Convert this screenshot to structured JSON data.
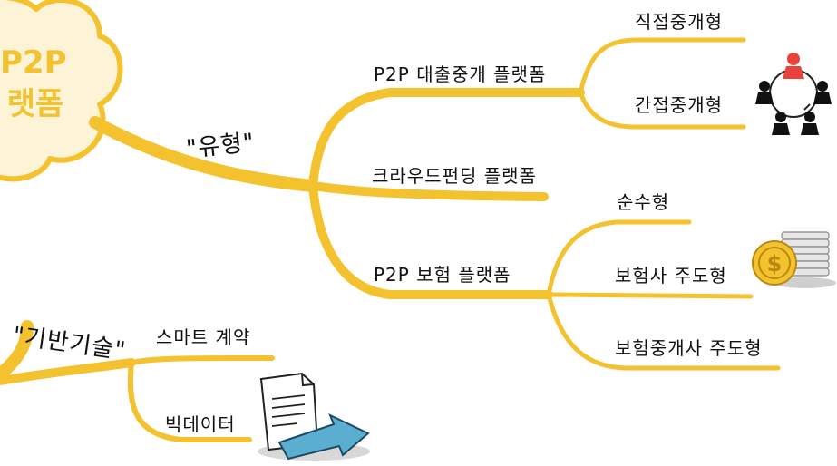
{
  "root": {
    "line1": "P2P",
    "line2": "랫폼"
  },
  "branches": {
    "types": {
      "label": "\"유형\"",
      "children": {
        "loan": {
          "label": "P2P 대출중개 플랫폼",
          "direct": "직접중개형",
          "indirect": "간접중개형"
        },
        "crowd": {
          "label": "크라우드펀딩 플랫폼"
        },
        "insurance": {
          "label": "P2P 보험 플랫폼",
          "pure": "순수형",
          "insurer_led": "보험사 주도형",
          "broker_led": "보험중개사 주도형"
        }
      }
    },
    "tech": {
      "label": "\"기반기술\"",
      "smart_contract": "스마트 계약",
      "big_data": "빅데이터"
    }
  },
  "colors": {
    "branch": "#f4c22f",
    "cloud_fill": "#fdf3d6",
    "cloud_stroke": "#f4c22f",
    "text": "#111111"
  },
  "icons": [
    "people-network-icon",
    "gold-coins-icon",
    "document-arrow-icon"
  ]
}
